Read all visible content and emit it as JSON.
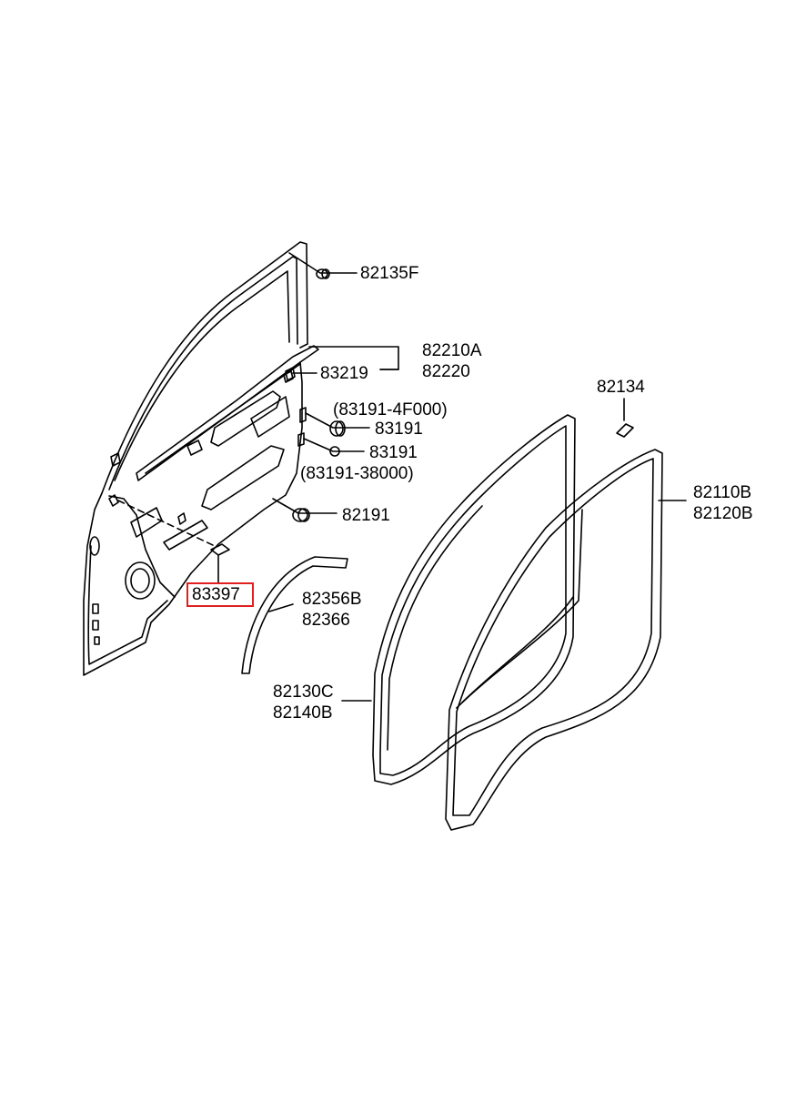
{
  "labels": {
    "p82135F": "82135F",
    "p82210A": "82210A",
    "p82220": "82220",
    "p83219": "83219",
    "p83191_note_a": "(83191-4F000)",
    "p83191_a": "83191",
    "p83191_b": "83191",
    "p83191_note_b": "(83191-38000)",
    "p82191": "82191",
    "p83397": "83397",
    "p82356B": "82356B",
    "p82366": "82366",
    "p82134": "82134",
    "p82110B": "82110B",
    "p82120B": "82120B",
    "p82130C": "82130C",
    "p82140B": "82140B"
  },
  "highlighted_part": "83397",
  "colors": {
    "line": "#000000",
    "highlight": "#e02020",
    "background": "#ffffff"
  }
}
